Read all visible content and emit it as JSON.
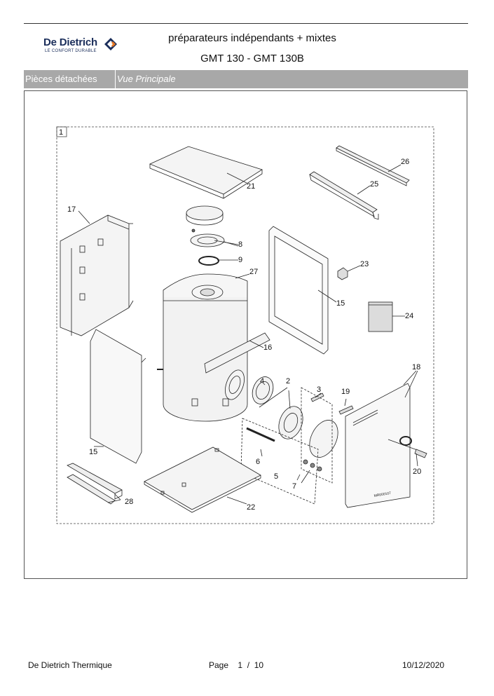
{
  "header": {
    "brand": "De Dietrich",
    "tagline": "LE CONFORT DURABLE",
    "title_line1": "préparateurs indépendants + mixtes",
    "title_line2": "GMT 130 - GMT 130B"
  },
  "section_bar": {
    "label": "Pièces détachées",
    "view": "Vue Principale"
  },
  "diagram": {
    "group_marker": "1",
    "drawing_code": "MR000107",
    "part_labels": [
      "26",
      "21",
      "25",
      "17",
      "8",
      "9",
      "23",
      "27",
      "15",
      "24",
      "16",
      "18",
      "4",
      "2",
      "3",
      "19",
      "15",
      "6",
      "5",
      "7",
      "20",
      "28",
      "22"
    ]
  },
  "footer": {
    "company": "De Dietrich Thermique",
    "page_word": "Page",
    "page_num": "1",
    "page_sep": "/",
    "page_total": "10",
    "date": "10/12/2020"
  },
  "colors": {
    "bar_bg": "#a8a8a8",
    "brand_blue": "#1a2d5a",
    "brand_orange": "#e87722"
  }
}
